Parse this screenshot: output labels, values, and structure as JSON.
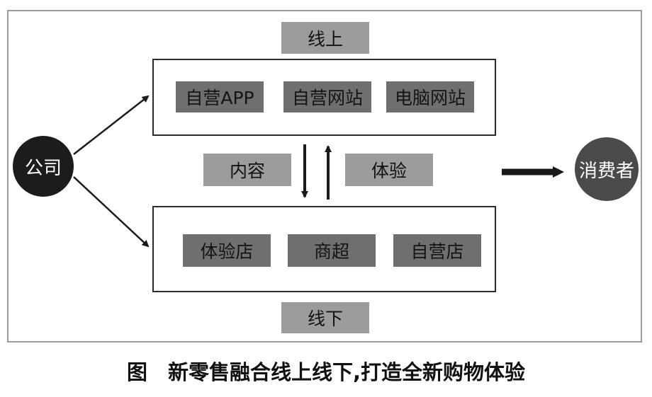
{
  "diagram": {
    "online_label": "线上",
    "offline_label": "线下",
    "company": "公司",
    "consumer": "消费者",
    "content_label": "内容",
    "experience_label": "体验",
    "online_channels": [
      "自营APP",
      "自营网站",
      "电脑网站"
    ],
    "offline_channels": [
      "体验店",
      "商超",
      "自营店"
    ]
  },
  "caption": "图　新零售融合线上线下,打造全新购物体验",
  "colors": {
    "light_box": "#9c9c9c",
    "dark_box": "#6f6f6f",
    "company_circle": "#1c1c1c",
    "consumer_circle": "#4a4a4a"
  }
}
